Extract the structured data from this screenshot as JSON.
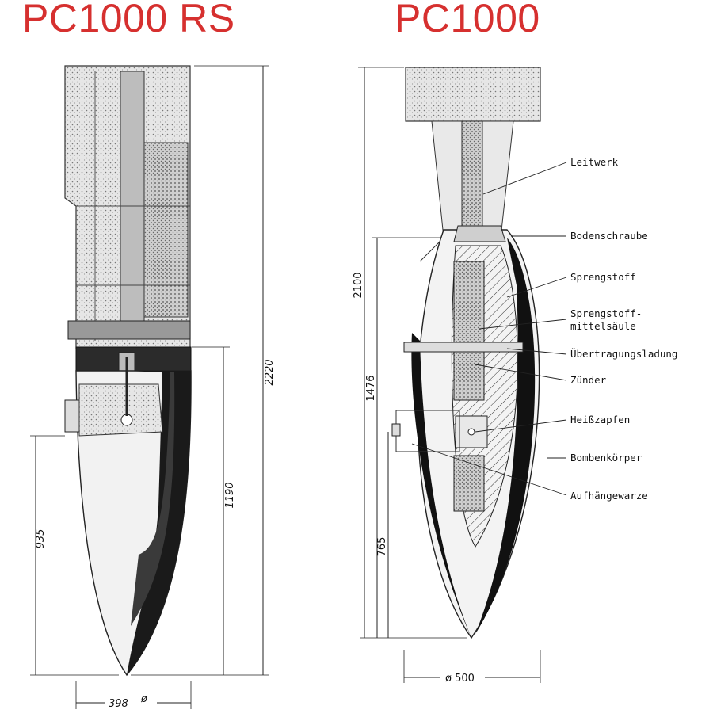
{
  "titles": {
    "left": "PC1000 RS",
    "right": "PC1000"
  },
  "left_drawing": {
    "dimensions": {
      "overall_length": "2220",
      "lower_length": "1190",
      "nose_length": "935",
      "diameter": "398"
    }
  },
  "right_drawing": {
    "dimensions": {
      "overall_length": "2100",
      "mid_length": "1476",
      "nose_length": "765",
      "diameter": "ø 500"
    },
    "callouts": [
      {
        "id": "leitwerk",
        "text": "Leitwerk"
      },
      {
        "id": "bodenschraube",
        "text": "Bodenschraube"
      },
      {
        "id": "sprengstoff",
        "text": "Sprengstoff"
      },
      {
        "id": "mittelsaeule1",
        "text": "Sprengstoff-"
      },
      {
        "id": "mittelsaeule2",
        "text": "mittelsäule"
      },
      {
        "id": "uebertragung",
        "text": "Übertragungsladung"
      },
      {
        "id": "zuender",
        "text": "Zünder"
      },
      {
        "id": "heisszapfen",
        "text": "Heißzapfen"
      },
      {
        "id": "bombenkoerper",
        "text": "Bombenkörper"
      },
      {
        "id": "aufhaenge",
        "text": "Aufhängewarze"
      }
    ]
  },
  "colors": {
    "title": "#d6302f",
    "ink": "#111111"
  }
}
